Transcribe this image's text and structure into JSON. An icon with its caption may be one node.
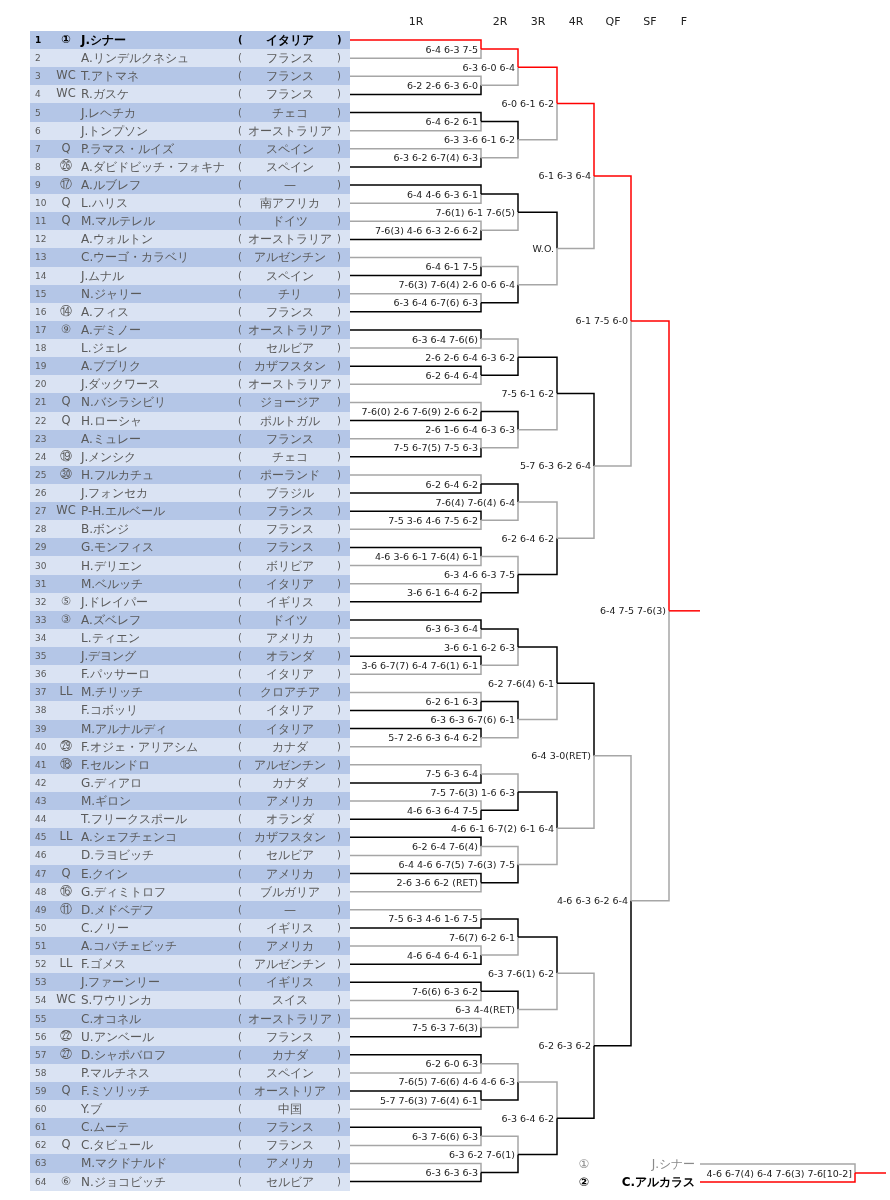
{
  "diagram": {
    "nodes": [
      {
        "text": [
          "1",
          "①",
          "J.シナー",
          "(",
          "イタリア",
          ")"
        ]
      },
      {
        "text": [
          "2",
          "A.リンデルクネシュ",
          "(",
          "フランス",
          ")"
        ]
      },
      {
        "text": [
          "3",
          "WC",
          "T.アトマネ",
          "(",
          "フランス",
          ")"
        ]
      },
      {
        "text": [
          "4",
          "WC",
          "R.ガスケ",
          "(",
          "フランス",
          ")"
        ]
      },
      {
        "text": [
          "5",
          "J.レヘチカ",
          "(",
          "チェコ",
          ")"
        ]
      },
      {
        "text": [
          "6",
          "J.トンプソン",
          "(",
          "オーストラリア",
          ")"
        ]
      },
      {
        "text": [
          "7",
          "Q",
          "P.ラマス・ルイズ",
          "(",
          "スペイン",
          ")"
        ]
      },
      {
        "text": [
          "8",
          "㉖",
          "A.ダビドビッチ・フォキナ",
          "(",
          "スペイン",
          ")"
        ]
      },
      {
        "text": [
          "9",
          "⑰",
          "A.ルブレフ",
          "(",
          "—",
          ")"
        ]
      },
      {
        "text": [
          "10",
          "Q",
          "L.ハリス",
          "(",
          "南アフリカ",
          ")"
        ]
      },
      {
        "text": [
          "11",
          "Q",
          "M.マルテレル",
          "(",
          "ドイツ",
          ")"
        ]
      },
      {
        "text": [
          "12",
          "A.ウォルトン",
          "(",
          "オーストラリア",
          ")"
        ]
      },
      {
        "text": [
          "13",
          "C.ウーゴ・カラベリ",
          "(",
          "アルゼンチン",
          ")"
        ]
      },
      {
        "text": [
          "14",
          "J.ムナル",
          "(",
          "スペイン",
          ")"
        ]
      },
      {
        "text": [
          "15",
          "N.ジャリー",
          "(",
          "チリ",
          ")"
        ]
      },
      {
        "text": [
          "16",
          "⑭",
          "A.フィス",
          "(",
          "フランス",
          ")"
        ]
      },
      {
        "text": [
          "17",
          "⑨",
          "A.デミノー",
          "(",
          "オーストラリア",
          ")"
        ]
      },
      {
        "text": [
          "18",
          "L.ジェレ",
          "(",
          "セルビア",
          ")"
        ]
      },
      {
        "text": [
          "19",
          "A.ブブリク",
          "(",
          "カザフスタン",
          ")"
        ]
      },
      {
        "text": [
          "20",
          "J.ダックワース",
          "(",
          "オーストラリア",
          ")"
        ]
      },
      {
        "text": [
          "21",
          "Q",
          "N.バシラシビリ",
          "(",
          "ジョージア",
          ")"
        ]
      },
      {
        "text": [
          "22",
          "Q",
          "H.ローシャ",
          "(",
          "ポルトガル",
          ")"
        ]
      },
      {
        "text": [
          "23",
          "A.ミュレー",
          "(",
          "フランス",
          ")"
        ]
      },
      {
        "text": [
          "24",
          "⑲",
          "J.メンシク",
          "(",
          "チェコ",
          ")"
        ]
      },
      {
        "text": [
          "25",
          "㉚",
          "H.フルカチュ",
          "(",
          "ポーランド",
          ")"
        ]
      },
      {
        "text": [
          "26",
          "J.フォンセカ",
          "(",
          "ブラジル",
          ")"
        ]
      },
      {
        "text": [
          "27",
          "WC",
          "P-H.エルベール",
          "(",
          "フランス",
          ")"
        ]
      },
      {
        "text": [
          "28",
          "B.ボンジ",
          "(",
          "フランス",
          ")"
        ]
      },
      {
        "text": [
          "29",
          "G.モンフィス",
          "(",
          "フランス",
          ")"
        ]
      },
      {
        "text": [
          "30",
          "H.デリエン",
          "(",
          "ボリビア",
          ")"
        ]
      },
      {
        "text": [
          "31",
          "M.ベルッチ",
          "(",
          "イタリア",
          ")"
        ]
      },
      {
        "text": [
          "32",
          "⑤",
          "J.ドレイパー",
          "(",
          "イギリス",
          ")"
        ]
      },
      {
        "text": [
          "33",
          "③",
          "A.ズベレフ",
          "(",
          "ドイツ",
          ")"
        ]
      },
      {
        "text": [
          "34",
          "L.ティエン",
          "(",
          "アメリカ",
          ")"
        ]
      },
      {
        "text": [
          "35",
          "J.デヨング",
          "(",
          "オランダ",
          ")"
        ]
      },
      {
        "text": [
          "36",
          "F.パッサーロ",
          "(",
          "イタリア",
          ")"
        ]
      },
      {
        "text": [
          "37",
          "LL",
          "M.チリッチ",
          "(",
          "クロアチア",
          ")"
        ]
      },
      {
        "text": [
          "38",
          "F.コボッリ",
          "(",
          "イタリア",
          ")"
        ]
      },
      {
        "text": [
          "39",
          "M.アルナルディ",
          "(",
          "イタリア",
          ")"
        ]
      },
      {
        "text": [
          "40",
          "㉙",
          "F.オジェ・アリアシム",
          "(",
          "カナダ",
          ")"
        ]
      },
      {
        "text": [
          "41",
          "⑱",
          "F.セルンドロ",
          "(",
          "アルゼンチン",
          ")"
        ]
      },
      {
        "text": [
          "42",
          "G.ディアロ",
          "(",
          "カナダ",
          ")"
        ]
      },
      {
        "text": [
          "43",
          "M.ギロン",
          "(",
          "アメリカ",
          ")"
        ]
      },
      {
        "text": [
          "44",
          "T.フリークスポール",
          "(",
          "オランダ",
          ")"
        ]
      },
      {
        "text": [
          "45",
          "LL",
          "A.シェフチェンコ",
          "(",
          "カザフスタン",
          ")"
        ]
      },
      {
        "text": [
          "46",
          "D.ラヨビッチ",
          "(",
          "セルビア",
          ")"
        ]
      },
      {
        "text": [
          "47",
          "Q",
          "E.クイン",
          "(",
          "アメリカ",
          ")"
        ]
      },
      {
        "text": [
          "48",
          "⑯",
          "G.ディミトロフ",
          "(",
          "ブルガリア",
          ")"
        ]
      },
      {
        "text": [
          "49",
          "⑪",
          "D.メドベデフ",
          "(",
          "—",
          ")"
        ]
      },
      {
        "text": [
          "50",
          "C.ノリー",
          "(",
          "イギリス",
          ")"
        ]
      },
      {
        "text": [
          "51",
          "A.コバチェビッチ",
          "(",
          "アメリカ",
          ")"
        ]
      },
      {
        "text": [
          "52",
          "LL",
          "F.ゴメス",
          "(",
          "アルゼンチン",
          ")"
        ]
      },
      {
        "text": [
          "53",
          "J.ファーンリー",
          "(",
          "イギリス",
          ")"
        ]
      },
      {
        "text": [
          "54",
          "WC",
          "S.ワウリンカ",
          "(",
          "スイス",
          ")"
        ]
      },
      {
        "text": [
          "55",
          "C.オコネル",
          "(",
          "オーストラリア",
          ")"
        ]
      },
      {
        "text": [
          "56",
          "㉒",
          "U.アンベール",
          "(",
          "フランス",
          ")"
        ]
      },
      {
        "text": [
          "57",
          "㉗",
          "D.シャポバロフ",
          "(",
          "カナダ",
          ")"
        ]
      },
      {
        "text": [
          "58",
          "P.マルチネス",
          "(",
          "スペイン",
          ")"
        ]
      },
      {
        "text": [
          "59",
          "Q",
          "F.ミソリッチ",
          "(",
          "オーストリア",
          ")"
        ]
      },
      {
        "text": [
          "60",
          "Y.ブ",
          "(",
          "中国",
          ")"
        ]
      },
      {
        "text": [
          "61",
          "C.ムーテ",
          "(",
          "フランス",
          ")"
        ]
      },
      {
        "text": [
          "62",
          "Q",
          "C.タビュール",
          "(",
          "フランス",
          ")"
        ]
      },
      {
        "text": [
          "63",
          "M.マクドナルド",
          "(",
          "アメリカ",
          ")"
        ]
      },
      {
        "text": [
          "64",
          "⑥",
          "N.ジョコビッチ",
          "(",
          "セルビア",
          ")"
        ]
      },
      {
        "text": [
          "6-4 6-3 7-5"
        ]
      },
      {
        "text": [
          "6-2 2-6 6-3 6-0"
        ]
      },
      {
        "text": [
          "6-4 6-2 6-1"
        ]
      },
      {
        "text": [
          "6-3 6-2 6-7(4) 6-3"
        ]
      },
      {
        "text": [
          "6-4 4-6 6-3 6-1"
        ]
      },
      {
        "text": [
          "7-6(3) 4-6 6-3 2-6 6-2"
        ]
      },
      {
        "text": [
          "6-4 6-1 7-5"
        ]
      },
      {
        "text": [
          "6-3 6-4 6-7(6) 6-3"
        ]
      },
      {
        "text": [
          "6-3 6-4 7-6(6)"
        ]
      },
      {
        "text": [
          "6-2 6-4 6-4"
        ]
      },
      {
        "text": [
          "7-6(0) 2-6 7-6(9) 2-6 6-2"
        ]
      },
      {
        "text": [
          "7-5 6-7(5) 7-5 6-3"
        ]
      },
      {
        "text": [
          "6-2 6-4 6-2"
        ]
      },
      {
        "text": [
          "7-5 3-6 4-6 7-5 6-2"
        ]
      },
      {
        "text": [
          "4-6 3-6 6-1 7-6(4) 6-1"
        ]
      },
      {
        "text": [
          "3-6 6-1 6-4 6-2"
        ]
      },
      {
        "text": [
          "6-3 6-3 6-4"
        ]
      },
      {
        "text": [
          "3-6 6-7(7) 6-4 7-6(1) 6-1"
        ]
      },
      {
        "text": [
          "6-2 6-1 6-3"
        ]
      },
      {
        "text": [
          "5-7 2-6 6-3 6-4 6-2"
        ]
      },
      {
        "text": [
          "7-5 6-3 6-4"
        ]
      },
      {
        "text": [
          "4-6 6-3 6-4 7-5"
        ]
      },
      {
        "text": [
          "6-2 6-4 7-6(4)"
        ]
      },
      {
        "text": [
          "2-6 3-6 6-2 (RET)"
        ]
      },
      {
        "text": [
          "7-5 6-3 4-6 1-6 7-5"
        ]
      },
      {
        "text": [
          "4-6 6-4 6-4 6-1"
        ]
      },
      {
        "text": [
          "7-6(6) 6-3 6-2"
        ]
      },
      {
        "text": [
          "7-5 6-3 7-6(3)"
        ]
      },
      {
        "text": [
          "6-2 6-0 6-3"
        ]
      },
      {
        "text": [
          "5-7 7-6(3) 7-6(4) 6-1"
        ]
      },
      {
        "text": [
          "6-3 7-6(6) 6-3"
        ]
      },
      {
        "text": [
          "6-3 6-3 6-3"
        ]
      },
      {
        "text": [
          "6-3 6-0 6-4"
        ]
      },
      {
        "text": [
          "6-3 3-6 6-1 6-2"
        ]
      },
      {
        "text": [
          "7-6(1) 6-1 7-6(5)"
        ]
      },
      {
        "text": [
          "7-6(3) 7-6(4) 2-6 0-6 6-4"
        ]
      },
      {
        "text": [
          "2-6 2-6 6-4 6-3 6-2"
        ]
      },
      {
        "text": [
          "2-6 1-6 6-4 6-3 6-3"
        ]
      },
      {
        "text": [
          "7-6(4) 7-6(4) 6-4"
        ]
      },
      {
        "text": [
          "6-3 4-6 6-3 7-5"
        ]
      },
      {
        "text": [
          "3-6 6-1 6-2 6-3"
        ]
      },
      {
        "text": [
          "6-3 6-3 6-7(6) 6-1"
        ]
      },
      {
        "text": [
          "7-5 7-6(3) 1-6 6-3"
        ]
      },
      {
        "text": [
          "6-4 4-6 6-7(5) 7-6(3) 7-5"
        ]
      },
      {
        "text": [
          "7-6(7) 6-2 6-1"
        ]
      },
      {
        "text": [
          "6-3 4-4(RET)"
        ]
      },
      {
        "text": [
          "7-6(5) 7-6(6) 4-6 4-6 6-3"
        ]
      },
      {
        "text": [
          "6-3 6-2 7-6(1)"
        ]
      },
      {
        "text": [
          "6-0 6-1 6-2"
        ]
      },
      {
        "text": [
          "W.O."
        ]
      },
      {
        "text": [
          "7-5 6-1 6-2"
        ]
      },
      {
        "text": [
          "6-2 6-4 6-2"
        ]
      },
      {
        "text": [
          "6-2 7-6(4) 6-1"
        ]
      },
      {
        "text": [
          "4-6 6-1 6-7(2) 6-1 6-4"
        ]
      },
      {
        "text": [
          "6-3 7-6(1) 6-2"
        ]
      },
      {
        "text": [
          "6-3 6-4 6-2"
        ]
      },
      {
        "text": [
          "6-1 6-3 6-4"
        ]
      },
      {
        "text": [
          "5-7 6-3 6-2 6-4"
        ]
      },
      {
        "text": [
          "6-4 3-0(RET)"
        ]
      },
      {
        "text": [
          "6-2 6-3 6-2"
        ]
      },
      {
        "text": [
          "6-1 7-5 6-0"
        ]
      },
      {
        "text": [
          "4-6 6-3 6-2 6-4"
        ]
      },
      {
        "text": [
          "6-4 7-5 7-6(3)"
        ]
      },
      {
        "text": [
          "①",
          "J.シナー"
        ]
      },
      {
        "text": [
          "②",
          "C.アルカラス"
        ]
      },
      {
        "text": [
          "4-6 6-7(4) 6-4 7-6(3) 7-6[10-2]"
        ]
      }
    ],
    "edges": [
      {
        "from": 0,
        "to": 64,
        "arrow": "none",
        "color": "#ff0000"
      },
      {
        "from": 1,
        "to": 64,
        "arrow": "none"
      },
      {
        "from": 2,
        "to": 65,
        "arrow": "none"
      },
      {
        "from": 3,
        "to": 65,
        "arrow": "none",
        "color": "#000000"
      },
      {
        "from": 4,
        "to": 66,
        "arrow": "none",
        "color": "#000000"
      },
      {
        "from": 5,
        "to": 66,
        "arrow": "none"
      },
      {
        "from": 6,
        "to": 67,
        "arrow": "none"
      },
      {
        "from": 7,
        "to": 67,
        "arrow": "none",
        "color": "#000000"
      },
      {
        "from": 8,
        "to": 68,
        "arrow": "none",
        "color": "#000000"
      },
      {
        "from": 9,
        "to": 68,
        "arrow": "none"
      },
      {
        "from": 10,
        "to": 69,
        "arrow": "none"
      },
      {
        "from": 11,
        "to": 69,
        "arrow": "none",
        "color": "#000000"
      },
      {
        "from": 12,
        "to": 70,
        "arrow": "none"
      },
      {
        "from": 13,
        "to": 70,
        "arrow": "none",
        "color": "#000000"
      },
      {
        "from": 14,
        "to": 71,
        "arrow": "none"
      },
      {
        "from": 15,
        "to": 71,
        "arrow": "none",
        "color": "#000000"
      },
      {
        "from": 16,
        "to": 72,
        "arrow": "none",
        "color": "#000000"
      },
      {
        "from": 17,
        "to": 72,
        "arrow": "none"
      },
      {
        "from": 18,
        "to": 73,
        "arrow": "none",
        "color": "#000000"
      },
      {
        "from": 19,
        "to": 73,
        "arrow": "none"
      },
      {
        "from": 20,
        "to": 74,
        "arrow": "none"
      },
      {
        "from": 21,
        "to": 74,
        "arrow": "none",
        "color": "#000000"
      },
      {
        "from": 22,
        "to": 75,
        "arrow": "none"
      },
      {
        "from": 23,
        "to": 75,
        "arrow": "none",
        "color": "#000000"
      },
      {
        "from": 24,
        "to": 76,
        "arrow": "none"
      },
      {
        "from": 25,
        "to": 76,
        "arrow": "none",
        "color": "#000000"
      },
      {
        "from": 26,
        "to": 77,
        "arrow": "none",
        "color": "#000000"
      },
      {
        "from": 27,
        "to": 77,
        "arrow": "none"
      },
      {
        "from": 28,
        "to": 78,
        "arrow": "none",
        "color": "#000000"
      },
      {
        "from": 29,
        "to": 78,
        "arrow": "none"
      },
      {
        "from": 30,
        "to": 79,
        "arrow": "none"
      },
      {
        "from": 31,
        "to": 79,
        "arrow": "none",
        "color": "#000000"
      },
      {
        "from": 32,
        "to": 80,
        "arrow": "none",
        "color": "#000000"
      },
      {
        "from": 33,
        "to": 80,
        "arrow": "none"
      },
      {
        "from": 34,
        "to": 81,
        "arrow": "none",
        "color": "#000000"
      },
      {
        "from": 35,
        "to": 81,
        "arrow": "none"
      },
      {
        "from": 36,
        "to": 82,
        "arrow": "none"
      },
      {
        "from": 37,
        "to": 82,
        "arrow": "none",
        "color": "#000000"
      },
      {
        "from": 38,
        "to": 83,
        "arrow": "none",
        "color": "#000000"
      },
      {
        "from": 39,
        "to": 83,
        "arrow": "none"
      },
      {
        "from": 40,
        "to": 84,
        "arrow": "none"
      },
      {
        "from": 41,
        "to": 84,
        "arrow": "none",
        "color": "#000000"
      },
      {
        "from": 42,
        "to": 85,
        "arrow": "none"
      },
      {
        "from": 43,
        "to": 85,
        "arrow": "none",
        "color": "#000000"
      },
      {
        "from": 44,
        "to": 86,
        "arrow": "none",
        "color": "#000000"
      },
      {
        "from": 45,
        "to": 86,
        "arrow": "none"
      },
      {
        "from": 46,
        "to": 87,
        "arrow": "none",
        "color": "#000000"
      },
      {
        "from": 47,
        "to": 87,
        "arrow": "none"
      },
      {
        "from": 48,
        "to": 88,
        "arrow": "none"
      },
      {
        "from": 49,
        "to": 88,
        "arrow": "none",
        "color": "#000000"
      },
      {
        "from": 50,
        "to": 89,
        "arrow": "none"
      },
      {
        "from": 51,
        "to": 89,
        "arrow": "none",
        "color": "#000000"
      },
      {
        "from": 52,
        "to": 90,
        "arrow": "none",
        "color": "#000000"
      },
      {
        "from": 53,
        "to": 90,
        "arrow": "none"
      },
      {
        "from": 54,
        "to": 91,
        "arrow": "none"
      },
      {
        "from": 55,
        "to": 91,
        "arrow": "none",
        "color": "#000000"
      },
      {
        "from": 56,
        "to": 92,
        "arrow": "none",
        "color": "#000000"
      },
      {
        "from": 57,
        "to": 92,
        "arrow": "none"
      },
      {
        "from": 58,
        "to": 93,
        "arrow": "none",
        "color": "#000000"
      },
      {
        "from": 59,
        "to": 93,
        "arrow": "none"
      },
      {
        "from": 60,
        "to": 94,
        "arrow": "none",
        "color": "#000000"
      },
      {
        "from": 61,
        "to": 94,
        "arrow": "none"
      },
      {
        "from": 62,
        "to": 95,
        "arrow": "none"
      },
      {
        "from": 63,
        "to": 95,
        "arrow": "none",
        "color": "#000000"
      },
      {
        "from": 64,
        "to": 96,
        "arrow": "none",
        "color": "#ff0000"
      },
      {
        "from": 65,
        "to": 96,
        "arrow": "none"
      },
      {
        "from": 66,
        "to": 97,
        "arrow": "none",
        "color": "#000000"
      },
      {
        "from": 67,
        "to": 97,
        "arrow": "none"
      },
      {
        "from": 68,
        "to": 98,
        "arrow": "none",
        "color": "#000000"
      },
      {
        "from": 69,
        "to": 98,
        "arrow": "none"
      },
      {
        "from": 70,
        "to": 99,
        "arrow": "none"
      },
      {
        "from": 71,
        "to": 99,
        "arrow": "none",
        "color": "#000000"
      },
      {
        "from": 72,
        "to": 100,
        "arrow": "none"
      },
      {
        "from": 73,
        "to": 100,
        "arrow": "none",
        "color": "#000000"
      },
      {
        "from": 74,
        "to": 101,
        "arrow": "none",
        "color": "#000000"
      },
      {
        "from": 75,
        "to": 101,
        "arrow": "none"
      },
      {
        "from": 76,
        "to": 102,
        "arrow": "none",
        "color": "#000000"
      },
      {
        "from": 77,
        "to": 102,
        "arrow": "none"
      },
      {
        "from": 78,
        "to": 103,
        "arrow": "none"
      },
      {
        "from": 79,
        "to": 103,
        "arrow": "none",
        "color": "#000000"
      },
      {
        "from": 80,
        "to": 104,
        "arrow": "none",
        "color": "#000000"
      },
      {
        "from": 81,
        "to": 104,
        "arrow": "none"
      },
      {
        "from": 82,
        "to": 105,
        "arrow": "none",
        "color": "#000000"
      },
      {
        "from": 83,
        "to": 105,
        "arrow": "none"
      },
      {
        "from": 84,
        "to": 106,
        "arrow": "none"
      },
      {
        "from": 85,
        "to": 106,
        "arrow": "none",
        "color": "#000000"
      },
      {
        "from": 86,
        "to": 107,
        "arrow": "none"
      },
      {
        "from": 87,
        "to": 107,
        "arrow": "none",
        "color": "#000000"
      },
      {
        "from": 88,
        "to": 108,
        "arrow": "none",
        "color": "#000000"
      },
      {
        "from": 89,
        "to": 108,
        "arrow": "none"
      },
      {
        "from": 90,
        "to": 109,
        "arrow": "none",
        "color": "#000000"
      },
      {
        "from": 91,
        "to": 109,
        "arrow": "none"
      },
      {
        "from": 92,
        "to": 110,
        "arrow": "none"
      },
      {
        "from": 93,
        "to": 110,
        "arrow": "none",
        "color": "#000000"
      },
      {
        "from": 94,
        "to": 111,
        "arrow": "none"
      },
      {
        "from": 95,
        "to": 111,
        "arrow": "none",
        "color": "#000000"
      },
      {
        "from": 96,
        "to": 112,
        "arrow": "none",
        "color": "#ff0000"
      },
      {
        "from": 97,
        "to": 112,
        "arrow": "none"
      },
      {
        "from": 98,
        "to": 113,
        "arrow": "none",
        "color": "#000000"
      },
      {
        "from": 99,
        "to": 113,
        "arrow": "none"
      },
      {
        "from": 100,
        "to": 114,
        "arrow": "none",
        "color": "#000000"
      },
      {
        "from": 101,
        "to": 114,
        "arrow": "none"
      },
      {
        "from": 102,
        "to": 115,
        "arrow": "none"
      },
      {
        "from": 103,
        "to": 115,
        "arrow": "none",
        "color": "#000000"
      },
      {
        "from": 104,
        "to": 116,
        "arrow": "none",
        "color": "#000000"
      },
      {
        "from": 105,
        "to": 116,
        "arrow": "none"
      },
      {
        "from": 106,
        "to": 117,
        "arrow": "none",
        "color": "#000000"
      },
      {
        "from": 107,
        "to": 117,
        "arrow": "none"
      },
      {
        "from": 108,
        "to": 118,
        "arrow": "none",
        "color": "#000000"
      },
      {
        "from": 109,
        "to": 118,
        "arrow": "none"
      },
      {
        "from": 110,
        "to": 119,
        "arrow": "none"
      },
      {
        "from": 111,
        "to": 119,
        "arrow": "none",
        "color": "#000000"
      },
      {
        "from": 112,
        "to": 120,
        "arrow": "none",
        "color": "#ff0000"
      },
      {
        "from": 113,
        "to": 120,
        "arrow": "none"
      },
      {
        "from": 114,
        "to": 121,
        "arrow": "none",
        "color": "#000000"
      },
      {
        "from": 115,
        "to": 121,
        "arrow": "none"
      },
      {
        "from": 116,
        "to": 122,
        "arrow": "none",
        "color": "#000000"
      },
      {
        "from": 117,
        "to": 122,
        "arrow": "none"
      },
      {
        "from": 118,
        "to": 123,
        "arrow": "none"
      },
      {
        "from": 119,
        "to": 123,
        "arrow": "none",
        "color": "#000000"
      },
      {
        "from": 120,
        "to": 124,
        "arrow": "none",
        "color": "#ff0000"
      },
      {
        "from": 121,
        "to": 124,
        "arrow": "none"
      },
      {
        "from": 122,
        "to": 125,
        "arrow": "none"
      },
      {
        "from": 123,
        "to": 125,
        "arrow": "none",
        "color": "#000000"
      },
      {
        "from": 124,
        "to": 126,
        "arrow": "none",
        "color": "#ff0000"
      },
      {
        "from": 125,
        "to": 126,
        "arrow": "none"
      },
      {
        "from": 126,
        "to": null,
        "arrow": "none",
        "color": "#ff0000"
      },
      {
        "from": 127,
        "to": 129,
        "arrow": "none"
      },
      {
        "from": 128,
        "to": 129,
        "arrow": "none",
        "color": "#ff0000"
      },
      {
        "from": 129,
        "to": null,
        "arrow": "none",
        "color": "#ff0000"
      }
    ],
    "labels": [
      "1R",
      "2R",
      "3R",
      "4R",
      "QF",
      "SF",
      "F"
    ]
  }
}
